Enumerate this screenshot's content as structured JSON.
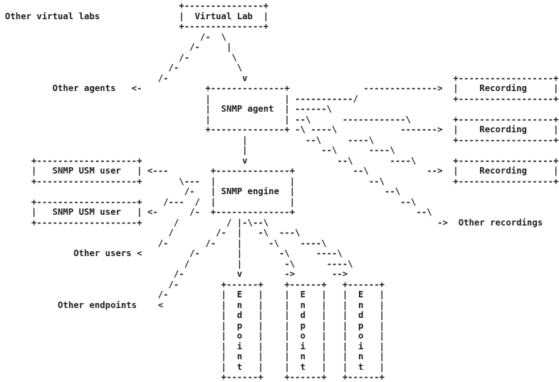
{
  "colors": {
    "background": "#ffffff",
    "text": "#1c1c1c"
  },
  "diagram": {
    "nodes": [
      "Virtual Lab",
      "SNMP agent",
      "SNMP engine",
      "SNMP USM user",
      "SNMP USM user",
      "Recording",
      "Recording",
      "Recording",
      "Endpoint",
      "Endpoint",
      "Endpoint"
    ],
    "floating_labels": [
      "Other virtual labs",
      "Other agents",
      "Other users",
      "Other endpoints",
      "Other recordings"
    ],
    "ascii_rows": [
      "                                 +---------------+",
      "Other virtual labs               |  Virtual Lab  |",
      "                                 +---------------+",
      "                                     /-  \\",
      "                                   /-     |",
      "                                 /-        \\",
      "                               /-           \\",
      "                             /-              v                                       +------------------+",
      "         Other agents   <-            +--------------+              -------------->  |    Recording     |",
      "                                      |              | -----------/                  +------------------+",
      "                                      |  SNMP agent  | ------\\",
      "                                      |              | --\\      ------------\\        +------------------+",
      "                                      +--------------+ -\\ ----\\            ------->  |    Recording     |",
      "                                             |           --\\     ----\\               +------------------+",
      "                                             |              --\\      ----\\",
      "     +-------------------+                   v                 --\\       ----\\       +------------------+",
      "     |   SNMP USM user   | <---        +--------------+           --\\           -->  |    Recording     |",
      "     +-------------------+       \\---  |              |              --\\             +------------------+",
      "                                  /-   | SNMP engine  |                 --\\",
      "     +-------------------+    /---  /  |              |                    --\\",
      "     |   SNMP USM user   | <-      /-  +--------------+                       --\\",
      "     +-------------------+      /         / |-\\--\\                                ->  Other recordings",
      "                               /        /-  |   -\\  ---\\",
      "                             /-       /-    |     -\\    ----\\",
      "             Other users <         /-       |       -\\     ----\\",
      "                                  /         |        -\\      ----\\",
      "                                /-          v        ->       -->",
      "                               /-        +------+    +------+   +------+",
      "                             /-          |  E   |    |  E   |   |  E   |",
      "          Other endpoints    <           |  n   |    |  n   |   |  n   |",
      "                                         |  d   |    |  d   |   |  d   |",
      "                                         |  p   |    |  p   |   |  p   |",
      "                                         |  o   |    |  o   |   |  o   |",
      "                                         |  i   |    |  i   |   |  i   |",
      "                                         |  n   |    |  n   |   |  n   |",
      "                                         |  t   |    |  t   |   |  t   |",
      "                                         +------+    +------+   +------+"
    ]
  }
}
